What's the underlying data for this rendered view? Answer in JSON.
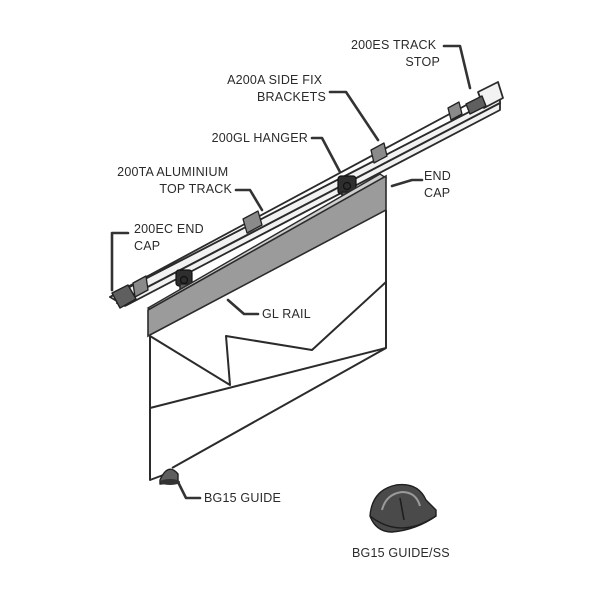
{
  "labels": {
    "track_stop": [
      "200ES TRACK",
      "STOP"
    ],
    "side_fix_brackets": [
      "A200A SIDE FIX",
      "BRACKETS"
    ],
    "hanger": [
      "200GL HANGER"
    ],
    "top_track": [
      "200TA ALUMINIUM",
      "TOP TRACK"
    ],
    "end_cap_left": [
      "200EC END",
      "CAP"
    ],
    "end_cap_right": [
      "END",
      "CAP"
    ],
    "gl_rail": [
      "GL RAIL"
    ],
    "bg15_guide": [
      "BG15 GUIDE"
    ],
    "bg15_guide_ss": [
      "BG15 GUIDE/SS"
    ]
  }
}
